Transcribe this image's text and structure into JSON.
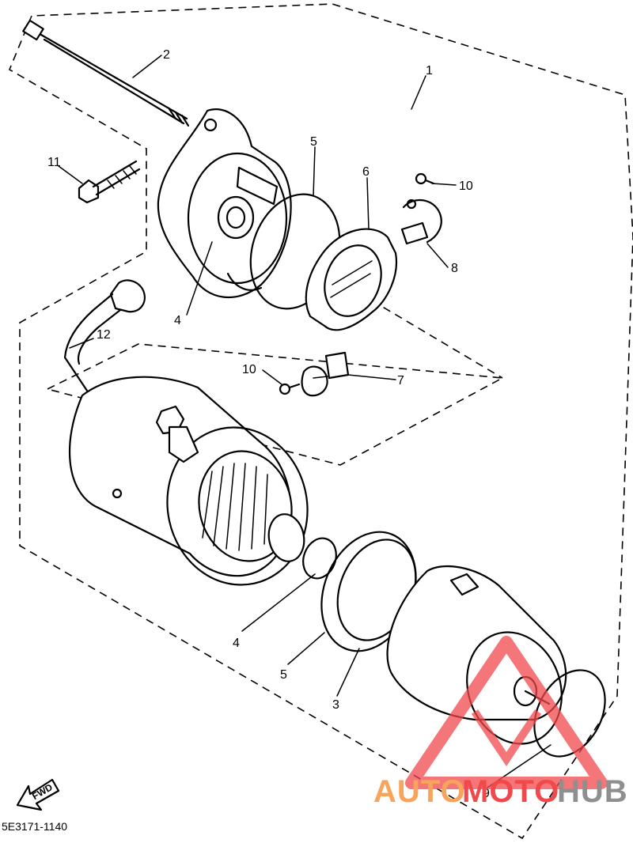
{
  "callouts": {
    "c1": "1",
    "c2": "2",
    "c3": "3",
    "c4a": "4",
    "c4b": "4",
    "c5a": "5",
    "c5b": "5",
    "c6": "6",
    "c7": "7",
    "c8": "8",
    "c9": "9",
    "c10a": "10",
    "c10b": "10",
    "c11": "11",
    "c12": "12"
  },
  "forward_arrow_label": "FWD",
  "diagram_code": "5E3171-1140",
  "watermark": {
    "part1": "AUTO",
    "part2": "MOTO",
    "part3": "HUB",
    "color_orange": "#f7a45c",
    "color_red": "#f0484b",
    "color_gray": "#8f8f8f"
  }
}
